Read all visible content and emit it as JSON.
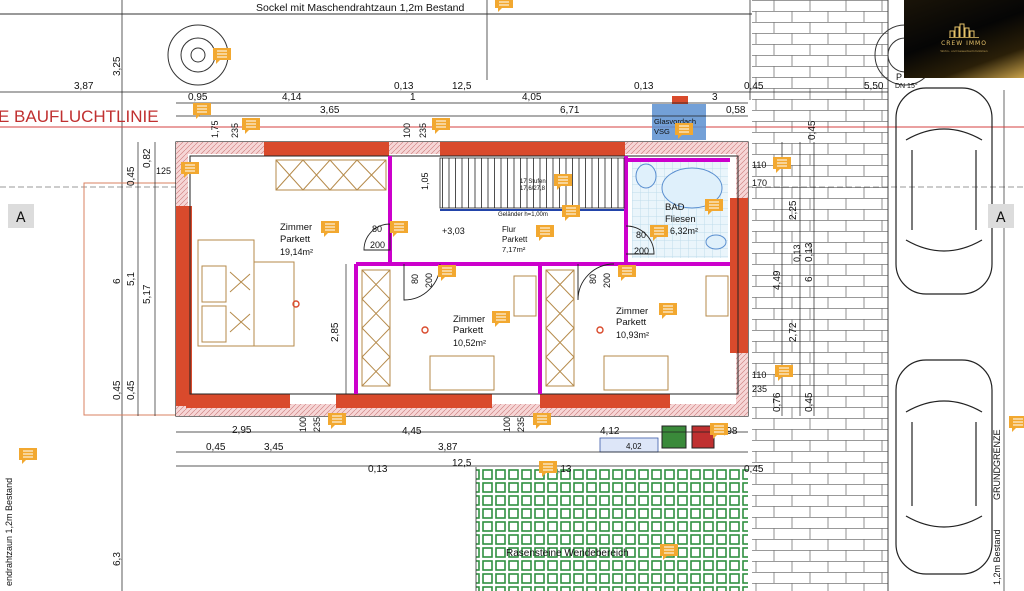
{
  "top_labels": {
    "fence_top": "Sockel mit Maschendrahtzaun 1,2m Bestand",
    "fence_left": "endrahtzaun 1,2m Bestand",
    "fence_right": "1,2m Bestand",
    "grundgrenze": "GRUNDGRENZE",
    "baufluchtlinie": "E BAUFLUCHTLINIE",
    "section_a": "A",
    "pergola_left": "P",
    "pergola_right": "DN 15°"
  },
  "rooms": {
    "zimmer1": {
      "name": "Zimmer",
      "floor": "Parkett",
      "area": "19,14m²"
    },
    "zimmer2": {
      "name": "Zimmer",
      "floor": "Parkett",
      "area": "10,52m²"
    },
    "zimmer3": {
      "name": "Zimmer",
      "floor": "Parkett",
      "area": "10,93m²"
    },
    "flur": {
      "name": "Flur",
      "floor": "Parkett",
      "area": "7,17m²"
    },
    "bad": {
      "name": "BAD",
      "floor": "Fliesen",
      "area": "6,32m²"
    },
    "glasvordach": {
      "line1": "Glasvordach",
      "line2": "VSG"
    },
    "stairs": {
      "line1": "17 Stufen",
      "line2": "17,6/27,8",
      "gelaender": "Geländer h=1,00m"
    },
    "level": "+3,03",
    "rasen": "Rasensteine  Wendebereich",
    "hatch_area": "4,02"
  },
  "door_labels": {
    "w": "80",
    "h": "200"
  },
  "window_labels": {
    "w": "100",
    "h": "235",
    "w2": "110",
    "h2": "170"
  },
  "dimensions": {
    "top_row1": [
      "3,87",
      "0,13",
      "12,5",
      "0,13",
      "0,45",
      "5,50"
    ],
    "top_row2": [
      "0,95",
      "4,14",
      "1",
      "4,05",
      "3"
    ],
    "top_row3": [
      "3,65",
      "6,71",
      "0,58"
    ],
    "bottom_row1": [
      "2,95",
      "4,45",
      "4,12",
      "0,98"
    ],
    "bottom_row2": [
      "0,45",
      "3,45",
      "3,87"
    ],
    "bottom_row3": [
      "0,13",
      "12,5",
      "0,13",
      "0,45"
    ],
    "left_col": [
      "3,25",
      "0,82",
      "1,75",
      "125",
      "0,45",
      "6",
      "5,1",
      "5,17",
      "0,45",
      "0,45",
      "6,3"
    ],
    "right_col": [
      "0,45",
      "2,25",
      "6",
      "4,49",
      "0,13",
      "2,72",
      "0,76",
      "0,45"
    ],
    "inner": [
      "2,85",
      "1,05",
      "0,13"
    ]
  },
  "logo": {
    "brand": "CREW IMMO",
    "tagline": "Wohn- und Gewerbeimmobilien"
  },
  "colors": {
    "wall": "#d94a2c",
    "partition": "#cc00cc",
    "wall_border": "#ff4a7a",
    "note": "#f2a830",
    "glass": "#5a8fd0",
    "dim": "#222222",
    "hatch": "#f0c8c8",
    "grass": "#2f8f3f"
  },
  "icons": [
    "note-icon",
    "tree-icon",
    "car-icon",
    "bed-icon",
    "bathtub-icon",
    "toilet-icon",
    "sink-icon",
    "table-icon",
    "rubbish-bin-icon"
  ]
}
